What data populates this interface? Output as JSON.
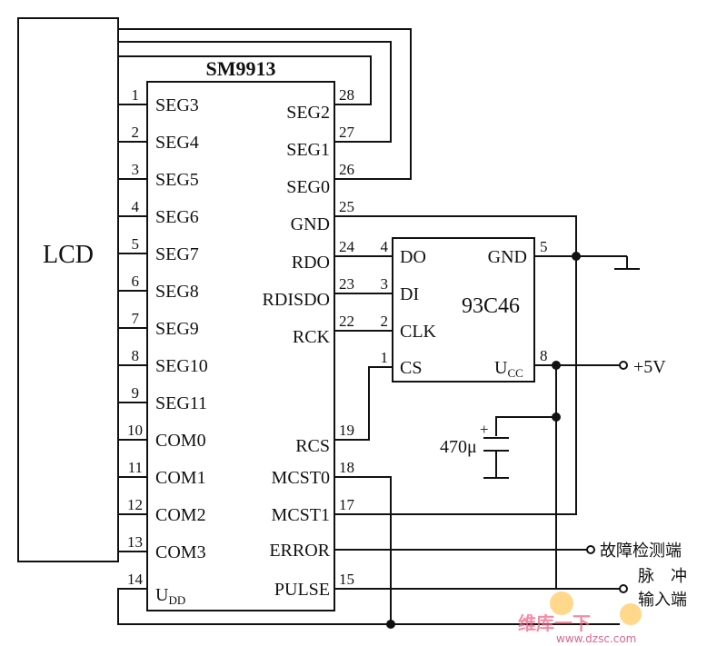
{
  "lcd_label": "LCD",
  "chip_main": {
    "name": "SM9913",
    "left_pins": [
      {
        "num": "1",
        "label": "SEG3"
      },
      {
        "num": "2",
        "label": "SEG4"
      },
      {
        "num": "3",
        "label": "SEG5"
      },
      {
        "num": "4",
        "label": "SEG6"
      },
      {
        "num": "5",
        "label": "SEG7"
      },
      {
        "num": "6",
        "label": "SEG8"
      },
      {
        "num": "7",
        "label": "SEG9"
      },
      {
        "num": "8",
        "label": "SEG10"
      },
      {
        "num": "9",
        "label": "SEG11"
      },
      {
        "num": "10",
        "label": "COM0"
      },
      {
        "num": "11",
        "label": "COM1"
      },
      {
        "num": "12",
        "label": "COM2"
      },
      {
        "num": "13",
        "label": "COM3"
      },
      {
        "num": "14",
        "label": "U",
        "sub": "DD"
      }
    ],
    "right_pins": [
      {
        "num": "28",
        "label": "SEG2"
      },
      {
        "num": "27",
        "label": "SEG1"
      },
      {
        "num": "26",
        "label": "SEG0"
      },
      {
        "num": "25",
        "label": "GND"
      },
      {
        "num": "24",
        "label": "RDO"
      },
      {
        "num": "23",
        "label": "RDISDO"
      },
      {
        "num": "22",
        "label": "RCK"
      },
      {
        "num": "19",
        "label": "RCS"
      },
      {
        "num": "18",
        "label": "MCST0"
      },
      {
        "num": "17",
        "label": "MCST1"
      },
      {
        "num": "",
        "label": "ERROR"
      },
      {
        "num": "15",
        "label": "PULSE"
      }
    ]
  },
  "chip_eeprom": {
    "name": "93C46",
    "left_pins": [
      {
        "num": "4",
        "label": "DO"
      },
      {
        "num": "3",
        "label": "DI"
      },
      {
        "num": "2",
        "label": "CLK"
      },
      {
        "num": "1",
        "label": "CS"
      }
    ],
    "right_pins": [
      {
        "num": "5",
        "label": "GND"
      },
      {
        "num": "8",
        "label": "U",
        "sub": "CC"
      }
    ]
  },
  "capacitor": {
    "label": "470μ",
    "polarity": "+"
  },
  "supply": {
    "label": "+5V"
  },
  "terminals": {
    "error_detect": "故障检测端",
    "pulse_line1": "脉　冲",
    "pulse_line2": "输入端"
  },
  "watermark": {
    "line1": "维库一下",
    "line2": "www.dzsc.com"
  }
}
